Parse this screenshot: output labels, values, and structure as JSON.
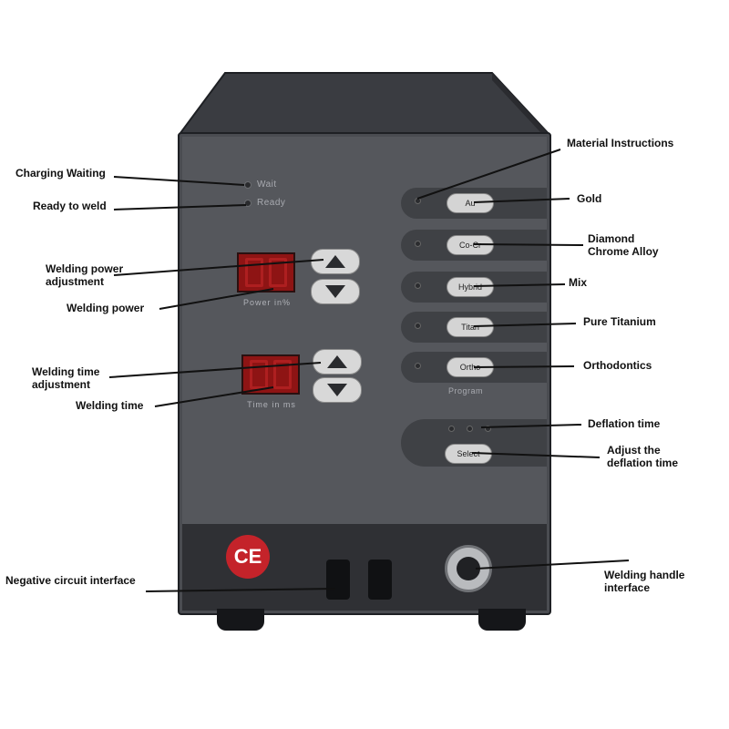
{
  "panel": {
    "wait_label": "Wait",
    "ready_label": "Ready",
    "power_display_label": "Power  in%",
    "time_display_label": "Time  in  ms",
    "program_label": "Program",
    "buttons": {
      "au": "Au",
      "cocr": "Co-Cr",
      "hybrid": "Hybrid",
      "titan": "Titan",
      "ortho": "Ortho",
      "select": "Select"
    },
    "ce_mark": "CE"
  },
  "annotations": {
    "charging_waiting": "Charging Waiting",
    "ready_to_weld": "Ready to weld",
    "welding_power_adjustment": [
      "Welding power",
      "adjustment"
    ],
    "welding_power": "Welding power",
    "welding_time_adjustment": [
      "Welding time",
      "adjustment"
    ],
    "welding_time": "Welding time",
    "negative_circuit_interface": "Negative circuit interface",
    "material_instructions": "Material Instructions",
    "gold": "Gold",
    "diamond_chrome_alloy": [
      "Diamond",
      "Chrome Alloy"
    ],
    "mix": "Mix",
    "pure_titanium": "Pure Titanium",
    "orthodontics": "Orthodontics",
    "deflation_time": "Deflation time",
    "adjust_deflation_time": [
      "Adjust the",
      "deflation time"
    ],
    "welding_handle_interface": [
      "Welding handle",
      "interface"
    ]
  },
  "colors": {
    "body": "#4a4c51",
    "display_red": "#8e1414",
    "ce_red": "#c4232a"
  }
}
